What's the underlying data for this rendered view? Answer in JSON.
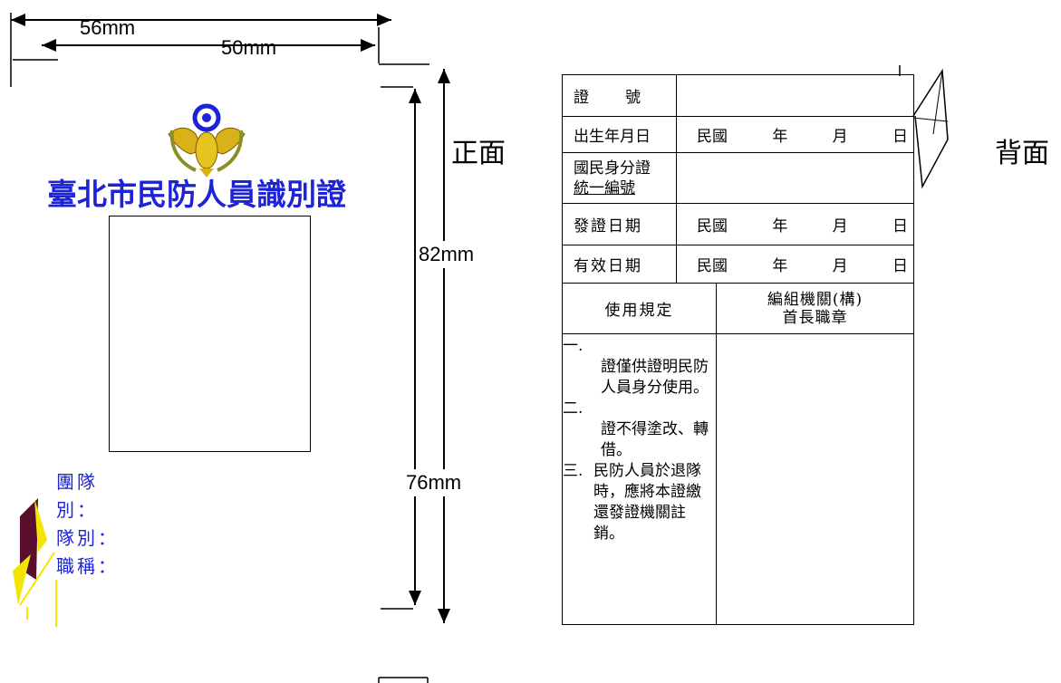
{
  "dimensions": {
    "width_56": "56mm",
    "width_50": "50mm",
    "height_82": "82mm",
    "height_76": "76mm"
  },
  "front": {
    "side_label": "正面",
    "title": "臺北市民防人員識別證",
    "fields": [
      "團隊",
      "別：",
      "隊別：",
      "職稱："
    ]
  },
  "back": {
    "side_label": "背面",
    "rows": {
      "cert_no_label": "證　　號",
      "birth_label": "出生年月日",
      "id_label_1": "國民身分證",
      "id_label_2": "統一編號",
      "issue_label": "發證日期",
      "expiry_label": "有效日期",
      "rules_label": "使用規定",
      "seal_label_1": "編組機關(構)",
      "seal_label_2": "首長職章"
    },
    "date_parts": {
      "era": "民國",
      "year": "年",
      "month": "月",
      "day": "日"
    },
    "rules": {
      "n1": "一.",
      "t1": "證僅供證明民防人員身分使用。",
      "n2": "二.",
      "t2": "證不得塗改、轉借。",
      "n3": "三.",
      "t3": "民防人員於退隊時，應將本證繳還發證機關註銷。"
    }
  }
}
